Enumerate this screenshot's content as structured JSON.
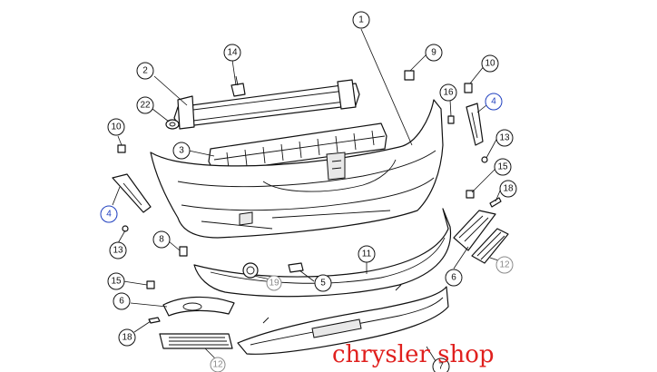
{
  "callouts": [
    {
      "id": "c1",
      "label": "1"
    },
    {
      "id": "c2",
      "label": "2"
    },
    {
      "id": "c3",
      "label": "3"
    },
    {
      "id": "c4a",
      "label": "4"
    },
    {
      "id": "c4b",
      "label": "4"
    },
    {
      "id": "c5",
      "label": "5"
    },
    {
      "id": "c6a",
      "label": "6"
    },
    {
      "id": "c6b",
      "label": "6"
    },
    {
      "id": "c7",
      "label": "7"
    },
    {
      "id": "c8",
      "label": "8"
    },
    {
      "id": "c9",
      "label": "9"
    },
    {
      "id": "c10a",
      "label": "10"
    },
    {
      "id": "c10b",
      "label": "10"
    },
    {
      "id": "c11",
      "label": "11"
    },
    {
      "id": "c12a",
      "label": "12"
    },
    {
      "id": "c12b",
      "label": "12"
    },
    {
      "id": "c13a",
      "label": "13"
    },
    {
      "id": "c13b",
      "label": "13"
    },
    {
      "id": "c14",
      "label": "14"
    },
    {
      "id": "c15a",
      "label": "15"
    },
    {
      "id": "c15b",
      "label": "15"
    },
    {
      "id": "c16",
      "label": "16"
    },
    {
      "id": "c18a",
      "label": "18"
    },
    {
      "id": "c18b",
      "label": "18"
    },
    {
      "id": "c19",
      "label": "19"
    },
    {
      "id": "c22",
      "label": "22"
    }
  ],
  "watermark": "chrysler shop",
  "colors": {
    "line": "#111111",
    "highlight": "#1f3fbf",
    "muted": "#8a8a8a",
    "watermark": "#e0201e"
  }
}
